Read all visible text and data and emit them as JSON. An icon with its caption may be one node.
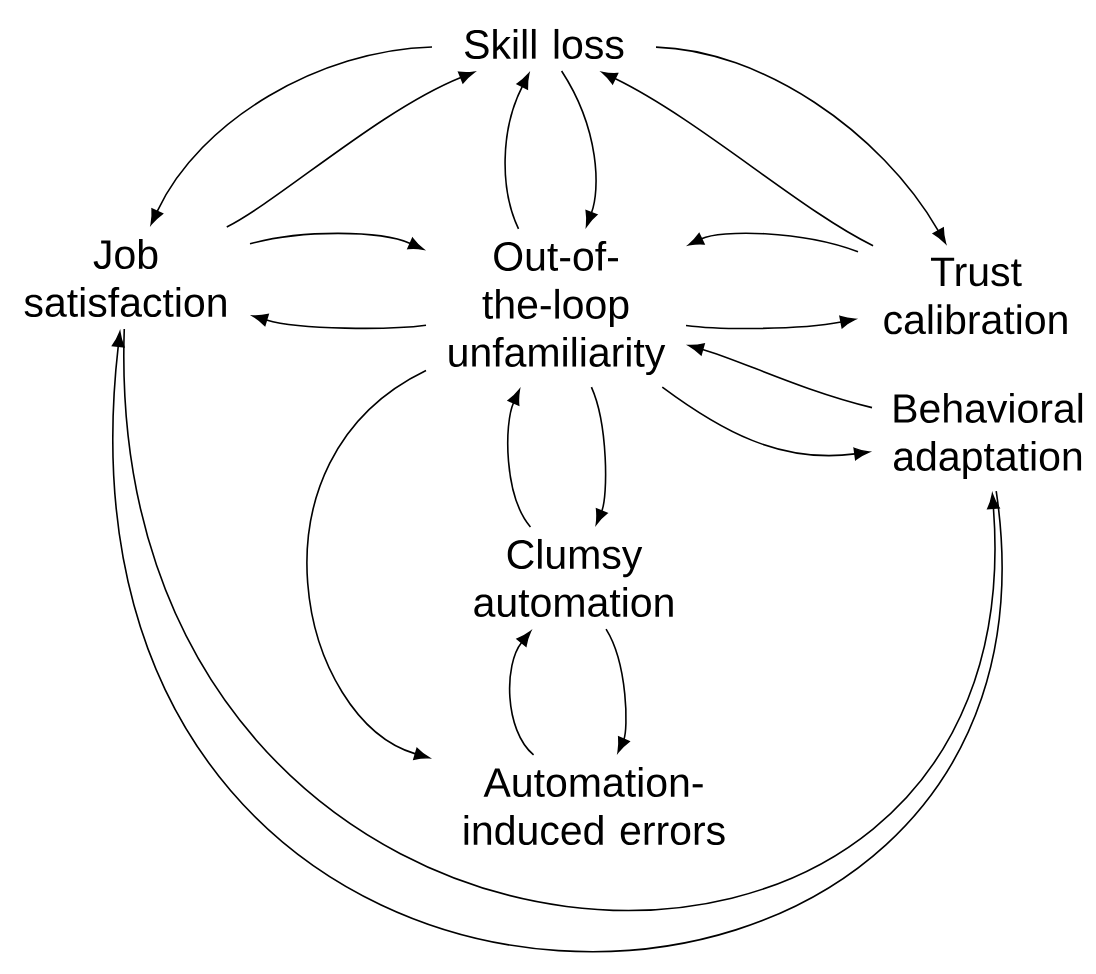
{
  "diagram": {
    "nodes": [
      {
        "text": [
          "Skill loss"
        ]
      },
      {
        "text": [
          "Job satisfaction"
        ]
      },
      {
        "text": [
          "Out-of-the-loop unfamiliarity"
        ]
      },
      {
        "text": [
          "Trust calibration"
        ]
      },
      {
        "text": [
          "Behavioral adaptation"
        ]
      },
      {
        "text": [
          "Clumsy automation"
        ]
      },
      {
        "text": [
          "Automation-induced errors"
        ]
      }
    ],
    "edges": [
      {
        "from": 0,
        "to": 1,
        "arrow": "to"
      },
      {
        "from": 1,
        "to": 0,
        "arrow": "to"
      },
      {
        "from": 0,
        "to": 3,
        "arrow": "to"
      },
      {
        "from": 3,
        "to": 0,
        "arrow": "to"
      },
      {
        "from": 2,
        "to": 0,
        "arrow": "to"
      },
      {
        "from": 0,
        "to": 2,
        "arrow": "to"
      },
      {
        "from": 1,
        "to": 2,
        "arrow": "to"
      },
      {
        "from": 2,
        "to": 1,
        "arrow": "to"
      },
      {
        "from": 3,
        "to": 2,
        "arrow": "to"
      },
      {
        "from": 2,
        "to": 3,
        "arrow": "to"
      },
      {
        "from": 4,
        "to": 2,
        "arrow": "to"
      },
      {
        "from": 2,
        "to": 4,
        "arrow": "to"
      },
      {
        "from": 5,
        "to": 2,
        "arrow": "to"
      },
      {
        "from": 2,
        "to": 5,
        "arrow": "to"
      },
      {
        "from": 6,
        "to": 5,
        "arrow": "to"
      },
      {
        "from": 5,
        "to": 6,
        "arrow": "to"
      },
      {
        "from": 2,
        "to": 6,
        "arrow": "to"
      },
      {
        "from": 1,
        "to": 4,
        "arrow": "to"
      },
      {
        "from": 4,
        "to": 1,
        "arrow": "to"
      }
    ]
  }
}
